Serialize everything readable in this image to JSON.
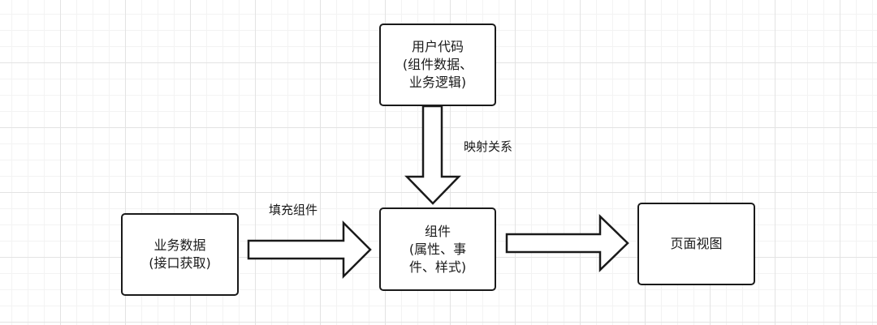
{
  "diagram": {
    "nodes": {
      "user_code": {
        "line1": "用户代码",
        "line2": "(组件数据、",
        "line3": "业务逻辑)"
      },
      "business_data": {
        "line1": "业务数据",
        "line2": "(接口获取)"
      },
      "component": {
        "line1": "组件",
        "line2": "(属性、事",
        "line3": "件、样式)"
      },
      "page_view": {
        "line1": "页面视图"
      }
    },
    "edges": {
      "fill_component": {
        "from": "business_data",
        "to": "component",
        "label": "填充组件"
      },
      "mapping": {
        "from": "user_code",
        "to": "component",
        "label": "映射关系"
      },
      "render": {
        "from": "component",
        "to": "page_view",
        "label": ""
      }
    }
  }
}
